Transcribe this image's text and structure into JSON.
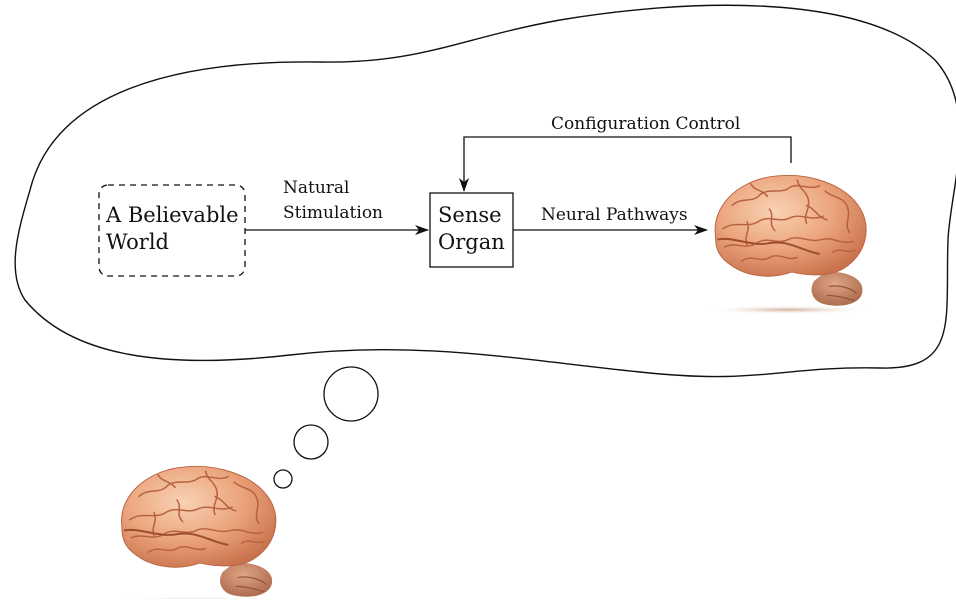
{
  "world_box": {
    "line1": "A Believable",
    "line2": "World"
  },
  "stimulation_label": {
    "line1": "Natural",
    "line2": "Stimulation"
  },
  "sense_box": {
    "line1": "Sense",
    "line2": "Organ"
  },
  "neural_label": "Neural Pathways",
  "feedback_label": "Configuration Control",
  "colors": {
    "stroke": "#111111",
    "brain_base": "#e8a07a",
    "brain_light": "#f6c7a4",
    "brain_fold": "#b8613e",
    "cerebellum": "#c98a6a",
    "shadow": "#d9b49e"
  },
  "icons": [
    "brain-icon",
    "thought-bubble"
  ]
}
